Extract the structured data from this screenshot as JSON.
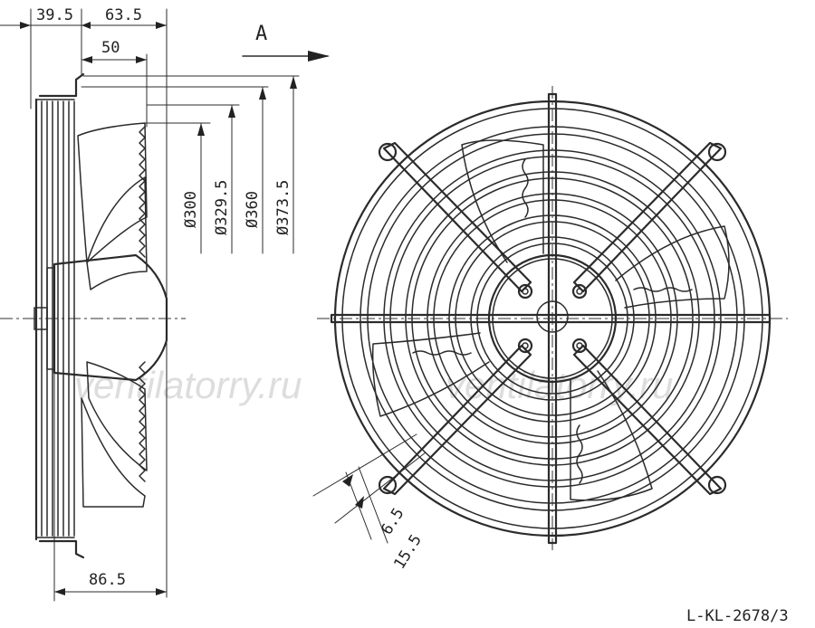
{
  "side_view": {
    "dims": {
      "d_39_5": "39.5",
      "d_63_5": "63.5",
      "d_50": "50",
      "d_86_5": "86.5",
      "dia_300": "Ø300",
      "dia_329_5": "Ø329.5",
      "dia_360": "Ø360",
      "dia_373_5": "Ø373.5"
    },
    "view_label": "A"
  },
  "front_view": {
    "dims": {
      "d_6_5": "6.5",
      "d_15_5": "15.5"
    }
  },
  "watermark": {
    "left": "ventilatorry.ru",
    "right": "ventilatorry.ru"
  },
  "drawing_code": "L-KL-2678/3"
}
